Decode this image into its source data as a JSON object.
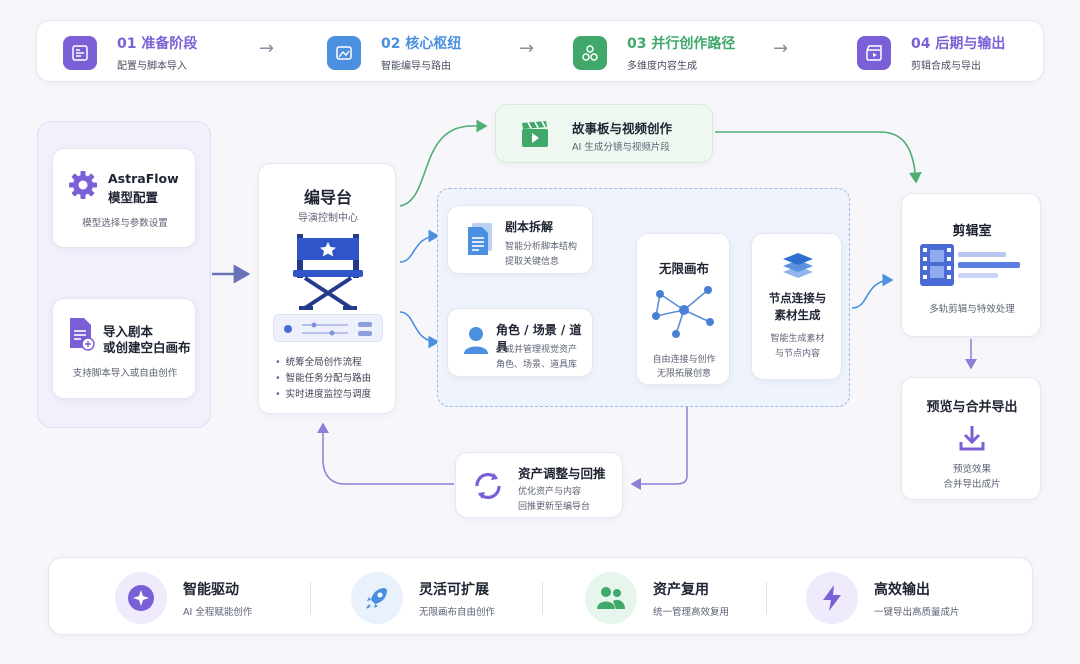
{
  "stages": [
    {
      "title": "01 准备阶段",
      "subtitle": "配置与脚本导入",
      "color": "#7b5fd6",
      "icon": "config-panel-icon"
    },
    {
      "title": "02 核心枢纽",
      "subtitle": "智能编导与路由",
      "color": "#4a8fe0",
      "icon": "image-frame-icon"
    },
    {
      "title": "03 并行创作路径",
      "subtitle": "多维度内容生成",
      "color": "#3fa86a",
      "icon": "branch-circles-icon"
    },
    {
      "title": "04 后期与输出",
      "subtitle": "剪辑合成与导出",
      "color": "#7b5fd6",
      "icon": "clapperboard-icon"
    }
  ],
  "left": {
    "config_title_1": "AstraFlow",
    "config_title_2": "模型配置",
    "config_sub": "模型选择与参数设置",
    "import_title_1": "导入剧本",
    "import_title_2": "或创建空白画布",
    "import_sub": "支持脚本导入或自由创作"
  },
  "director": {
    "title": "编导台",
    "subtitle": "导演控制中心",
    "bullets": [
      "统筹全局创作流程",
      "智能任务分配与路由",
      "实时进度监控与调度"
    ]
  },
  "story": {
    "title": "故事板与视频创作",
    "subtitle": "AI 生成分镜与视频片段"
  },
  "script": {
    "title": "剧本拆解",
    "line1": "智能分析脚本结构",
    "line2": "提取关键信息"
  },
  "role": {
    "title": "角色 / 场景 / 道具",
    "line1": "生成并管理视觉资产",
    "line2": "角色、场景、道具库"
  },
  "canvas": {
    "title": "无限画布",
    "line1": "自由连接与创作",
    "line2": "无限拓展创意"
  },
  "nodegen": {
    "title_1": "节点连接与",
    "title_2": "素材生成",
    "line1": "智能生成素材",
    "line2": "与节点内容"
  },
  "edit": {
    "title": "剪辑室",
    "subtitle": "多轨剪辑与特效处理"
  },
  "preview": {
    "title": "预览与合并导出",
    "line1": "预览效果",
    "line2": "合并导出成片"
  },
  "asset": {
    "title": "资产调整与回推",
    "line1": "优化资产与内容",
    "line2": "回推更新至编导台"
  },
  "features": [
    {
      "title": "智能驱动",
      "subtitle": "AI 全程赋能创作",
      "color": "#7b5fd6",
      "bg": "#efeafc",
      "icon": "sparkle-icon"
    },
    {
      "title": "灵活可扩展",
      "subtitle": "无限画布自由创作",
      "color": "#4a8fe0",
      "bg": "#e8f1fc",
      "icon": "rocket-icon"
    },
    {
      "title": "资产复用",
      "subtitle": "统一管理高效复用",
      "color": "#3fa86a",
      "bg": "#e7f6ec",
      "icon": "users-icon"
    },
    {
      "title": "高效输出",
      "subtitle": "一键导出高质量成片",
      "color": "#7b5fd6",
      "bg": "#efeafc",
      "icon": "lightning-icon"
    }
  ]
}
